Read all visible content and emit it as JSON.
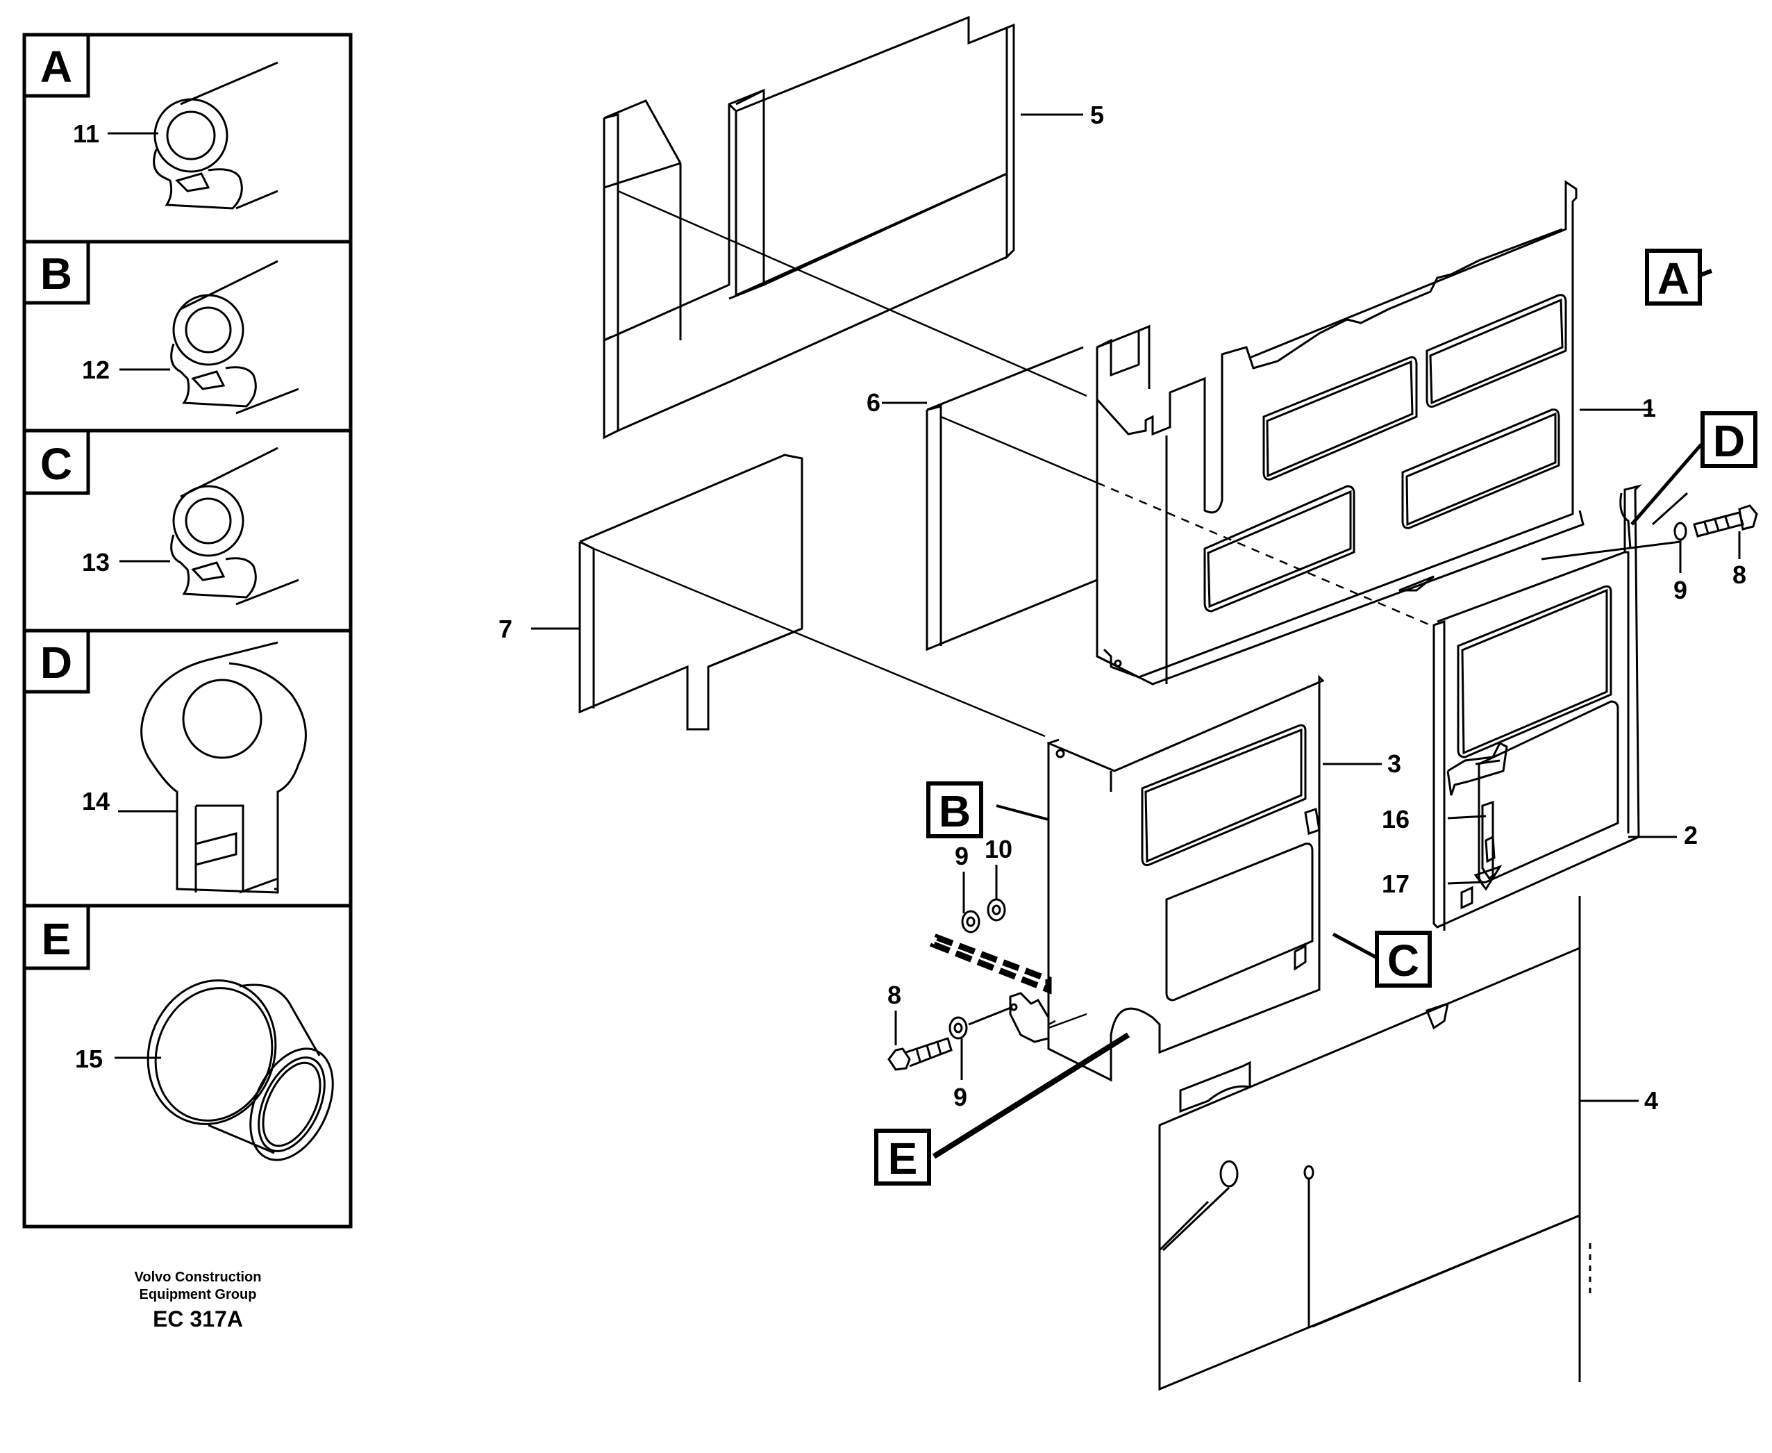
{
  "insets": [
    {
      "letter": "A",
      "part": "11"
    },
    {
      "letter": "B",
      "part": "12"
    },
    {
      "letter": "C",
      "part": "13"
    },
    {
      "letter": "D",
      "part": "14"
    },
    {
      "letter": "E",
      "part": "15"
    }
  ],
  "callouts": {
    "A": "A",
    "B": "B",
    "C": "C",
    "D": "D",
    "E": "E"
  },
  "parts": {
    "p1": "1",
    "p2": "2",
    "p3": "3",
    "p4": "4",
    "p5": "5",
    "p6": "6",
    "p7": "7",
    "p8a": "8",
    "p8b": "8",
    "p9a": "9",
    "p9b": "9",
    "p9c": "9",
    "p10": "10",
    "p16": "16",
    "p17": "17"
  },
  "footer": {
    "line1": "Volvo Construction",
    "line2": "Equipment Group",
    "code": "EC 317A"
  }
}
